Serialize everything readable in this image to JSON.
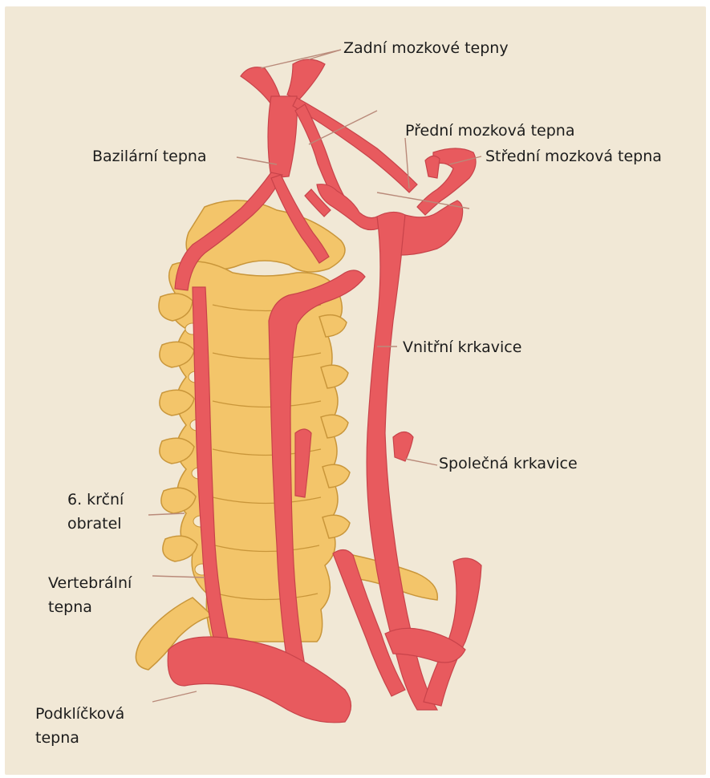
{
  "labels": {
    "zadni": "Zadní mozkové tepny",
    "predni": "Přední mozková tepna",
    "stredni": "Střední mozková tepna",
    "bazilarni": "Bazilární tepna",
    "vnitrni": "Vnitřní krkavice",
    "spolecna": "Společná krkavice",
    "obratel_line1": "6. krční",
    "obratel_line2": "obratel",
    "vertebralni_line1": "Vertebrální",
    "vertebralni_line2": "tepna",
    "podklickova_line1": "Podklíčková",
    "podklickova_line2": "tepna"
  },
  "colors": {
    "background": "#f1e8d6",
    "artery": "#e85a5e",
    "bone": "#f3c56a",
    "bone_outline": "#c9963a",
    "leader": "#b98a7a"
  }
}
